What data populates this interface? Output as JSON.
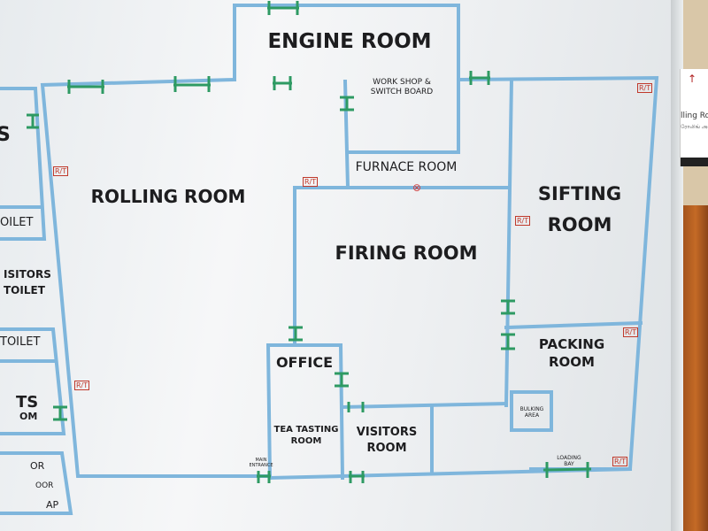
{
  "board": {
    "rooms": {
      "engine_room": "ENGINE ROOM",
      "workshop": "WORK SHOP &\nSWITCH BOARD",
      "rolling_room": "ROLLING ROOM",
      "furnace_room": "FURNACE ROOM",
      "sifting_room": "SIFTING\nROOM",
      "firing_room": "FIRING ROOM",
      "packing_room": "PACKING\nROOM",
      "bulking_area": "BULKING\nAREA",
      "office": "OFFICE",
      "tea_tasting_room": "TEA TASTING\nROOM",
      "visitors_room": "VISITORS\nROOM",
      "main_entrance": "MAIN\nENTRANCE",
      "loading_bay": "LOADING\nBAY"
    },
    "left_partial": {
      "s": "S",
      "toilet_top": "OILET",
      "visitors": "ISITORS",
      "toilet_mid": "TOILET",
      "toilet_low": "TOILET",
      "ts": "TS",
      "om": "OM",
      "or": "OR",
      "door": "OOR",
      "ap": "AP"
    },
    "rt_label": "R/T",
    "furnace_mark": "⊗",
    "note_card": {
      "arrow": "↑",
      "text": "lling Ro",
      "subtext": "ரோலிங் அறை"
    },
    "colors": {
      "wall": "#7fb6dc",
      "door": "#2e9a63",
      "rt": "#c0392b"
    }
  }
}
